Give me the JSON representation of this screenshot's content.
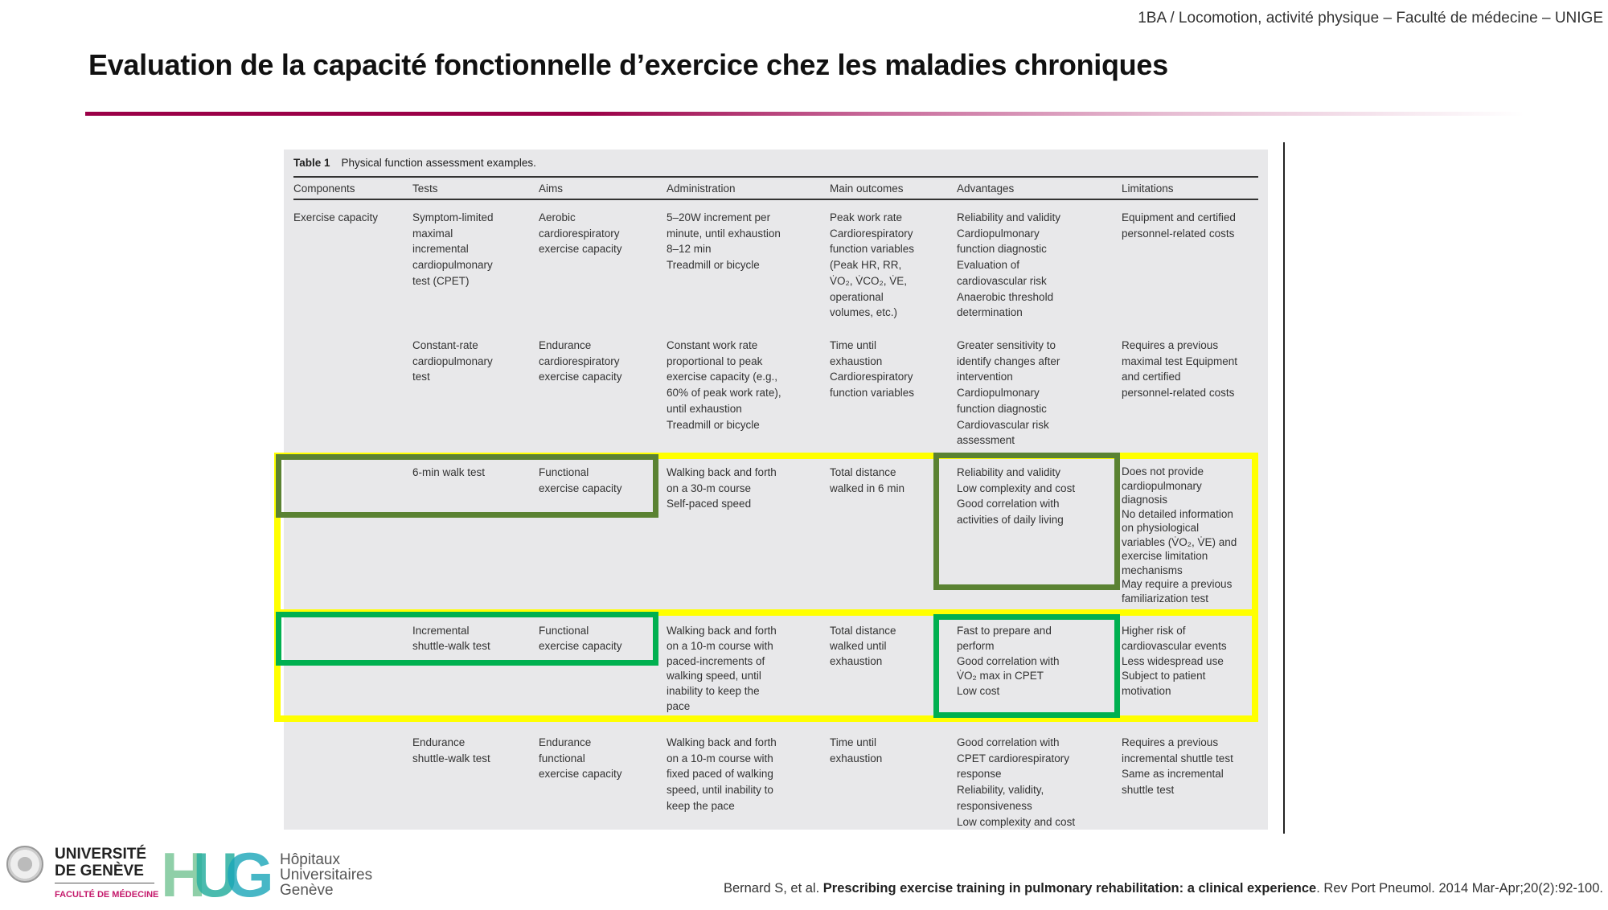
{
  "header": {
    "course": "1BA / Locomotion, activité physique – Faculté de médecine – UNIGE"
  },
  "slide": {
    "title": "Evaluation de la capacité fonctionnelle d’exercice chez les maladies chroniques"
  },
  "table": {
    "label": "Table 1",
    "caption": "Physical function assessment examples.",
    "columns": [
      "Components",
      "Tests",
      "Aims",
      "Administration",
      "Main outcomes",
      "Advantages",
      "Limitations"
    ],
    "rows": [
      [
        "Exercise capacity",
        "Symptom-limited\nmaximal\nincremental\ncardiopulmonary\ntest (CPET)",
        "Aerobic\ncardiorespiratory\nexercise capacity",
        "5–20W increment per\nminute, until exhaustion\n8–12 min\nTreadmill or bicycle",
        "Peak work rate\nCardiorespiratory\nfunction variables\n(Peak HR, RR,\nV̇O₂, V̇CO₂, V̇E,\noperational\nvolumes, etc.)",
        "Reliability and validity\nCardiopulmonary\nfunction diagnostic\nEvaluation of\ncardiovascular risk\nAnaerobic threshold\ndetermination",
        "Equipment and certified\npersonnel-related costs"
      ],
      [
        "",
        "Constant-rate\ncardiopulmonary\ntest",
        "Endurance\ncardiorespiratory\nexercise capacity",
        "Constant work rate\nproportional to peak\nexercise capacity (e.g.,\n60% of peak work rate),\nuntil exhaustion\nTreadmill or bicycle",
        "Time until\nexhaustion\nCardiorespiratory\nfunction variables",
        "Greater sensitivity to\nidentify changes after\nintervention\nCardiopulmonary\nfunction diagnostic\nCardiovascular risk\nassessment",
        "Requires a previous\nmaximal test Equipment\nand certified\npersonnel-related costs"
      ],
      [
        "",
        "6-min walk test",
        "Functional\nexercise capacity",
        "Walking back and forth\non a 30-m course\nSelf-paced speed",
        "Total distance\nwalked in 6 min",
        "Reliability and validity\nLow complexity and cost\nGood correlation with\nactivities of daily living",
        "Does not provide\ncardiopulmonary\ndiagnosis\nNo detailed information\non physiological\nvariables (V̇O₂, V̇E) and\nexercise limitation\nmechanisms\nMay require a previous\nfamiliarization test"
      ],
      [
        "",
        "Incremental\nshuttle-walk test",
        "Functional\nexercise capacity",
        "Walking back and forth\non a 10-m course with\npaced-increments of\nwalking speed, until\ninability to keep the\npace",
        "Total distance\nwalked until\nexhaustion",
        "Fast to prepare and\nperform\nGood correlation with\nV̇O₂ max in CPET\nLow cost",
        "Higher risk of\ncardiovascular events\nLess widespread use\nSubject to patient\nmotivation"
      ],
      [
        "",
        "Endurance\nshuttle-walk test",
        "Endurance\nfunctional\nexercise capacity",
        "Walking back and forth\non a 10-m course with\nfixed paced of walking\nspeed, until inability to\nkeep the pace",
        "Time until\nexhaustion",
        "Good correlation with\nCPET cardiorespiratory\nresponse\nReliability, validity,\nresponsiveness\nLow complexity and cost",
        "Requires a previous\nincremental shuttle test\nSame as incremental\nshuttle test"
      ]
    ]
  },
  "highlight_colors": {
    "yellow": "#ffff00",
    "dark_green": "#5a8232",
    "bright_green": "#00b050"
  },
  "logos": {
    "unige_line1": "UNIVERSITÉ",
    "unige_line2": "DE GENÈVE",
    "unige_faculty": "FACULTÉ DE MÉDECINE",
    "hug_letters": "HUG",
    "hug_name": "Hôpitaux\nUniversitaires\nGenève"
  },
  "citation": {
    "authors": "Bernard S, et al. ",
    "title": "Prescribing exercise training in pulmonary rehabilitation: a clinical experience",
    "source": ". Rev Port Pneumol. 2014 Mar-Apr;20(2):92-100."
  }
}
